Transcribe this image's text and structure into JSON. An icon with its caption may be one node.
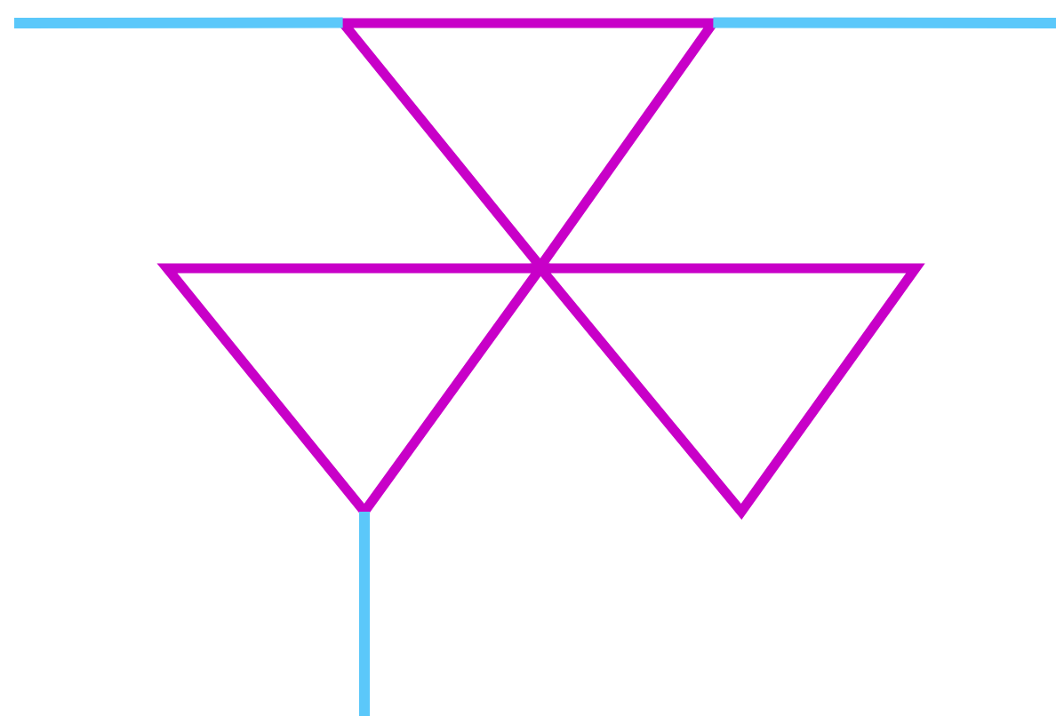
{
  "diagram": {
    "nodes": [
      {
        "text": [],
        "shape": "triangle"
      },
      {
        "text": [],
        "shape": "triangle"
      },
      {
        "text": [],
        "shape": "triangle"
      }
    ],
    "edges": [
      {
        "from": null,
        "to": 0,
        "arrow": "none"
      },
      {
        "from": 0,
        "to": null,
        "arrow": "none"
      },
      {
        "from": 1,
        "to": null,
        "arrow": "none"
      }
    ]
  }
}
